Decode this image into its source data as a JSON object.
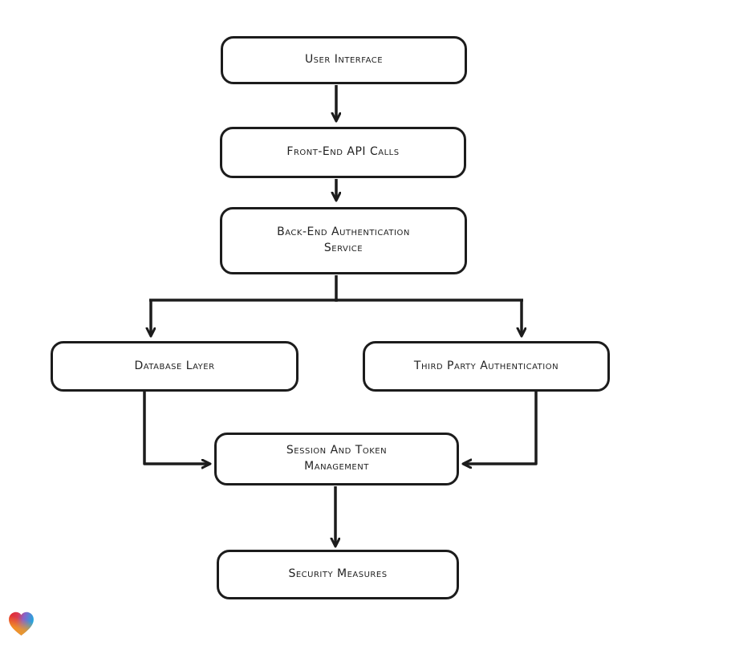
{
  "diagram": {
    "nodes": [
      {
        "id": "user_interface",
        "label": "User Interface"
      },
      {
        "id": "front_end_api_calls",
        "label": "Front-End API Calls"
      },
      {
        "id": "back_end_auth_service",
        "label": "Back-End Authentication Service"
      },
      {
        "id": "database_layer",
        "label": "Database Layer"
      },
      {
        "id": "third_party_authentication",
        "label": "Third Party Authentication"
      },
      {
        "id": "session_and_token_management",
        "label": "Session And Token Management"
      },
      {
        "id": "security_measures",
        "label": "Security Measures"
      }
    ],
    "edges": [
      {
        "from": "user_interface",
        "to": "front_end_api_calls"
      },
      {
        "from": "front_end_api_calls",
        "to": "back_end_auth_service"
      },
      {
        "from": "back_end_auth_service",
        "to": "database_layer"
      },
      {
        "from": "back_end_auth_service",
        "to": "third_party_authentication"
      },
      {
        "from": "database_layer",
        "to": "session_and_token_management"
      },
      {
        "from": "third_party_authentication",
        "to": "session_and_token_management"
      },
      {
        "from": "session_and_token_management",
        "to": "security_measures"
      }
    ],
    "style": {
      "stroke_color": "#1c1c1c",
      "node_fill": "#ffffff",
      "background": "#ffffff"
    }
  },
  "logo": {
    "icon": "gradient-heart",
    "colors": {
      "red": "#e62626",
      "purple": "#8a61c9",
      "blue": "#25a6dd",
      "orange": "#f59a1f"
    }
  }
}
